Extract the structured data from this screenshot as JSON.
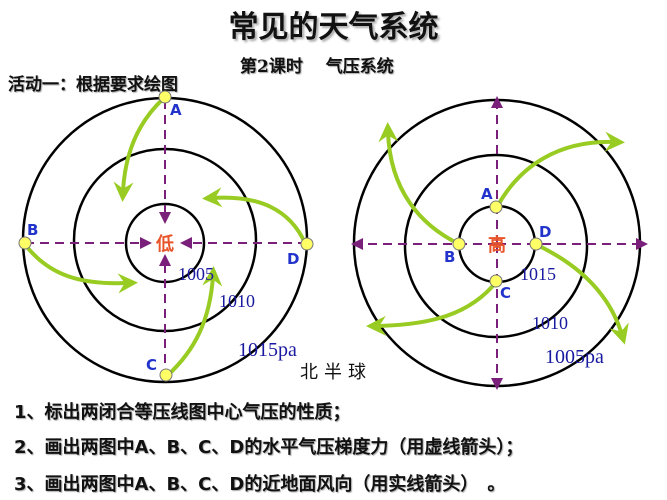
{
  "header": {
    "title": "常见的天气系统",
    "subtitle": "第2课时　 气压系统",
    "activity": "活动一：根据要求绘图"
  },
  "colors": {
    "isobar": "#000000",
    "dashed_axis": "#7a1f7a",
    "wind_arrow": "#99cc22",
    "point_fill": "#ffff66",
    "point_label": "#2233cc",
    "center_label": "#e8552a",
    "isobar_value": "#1a1aa0"
  },
  "left_diagram": {
    "center_label": "低",
    "points": {
      "A": "A",
      "B": "B",
      "C": "C",
      "D": "D"
    },
    "isobars": [
      "1005",
      "1010",
      "1015pa"
    ]
  },
  "right_diagram": {
    "center_label": "高",
    "points": {
      "A": "A",
      "B": "B",
      "C": "C",
      "D": "D"
    },
    "isobars": [
      "1015",
      "1010",
      "1005pa"
    ]
  },
  "hemisphere_label": "北半球",
  "tasks": [
    "1、标出两闭合等压线图中心气压的性质；",
    "2、画出两图中A、B、C、D的水平气压梯度力（用虚线箭头）；",
    "3、画出两图中A、B、C、D的近地面风向（用实线箭头）　。"
  ]
}
